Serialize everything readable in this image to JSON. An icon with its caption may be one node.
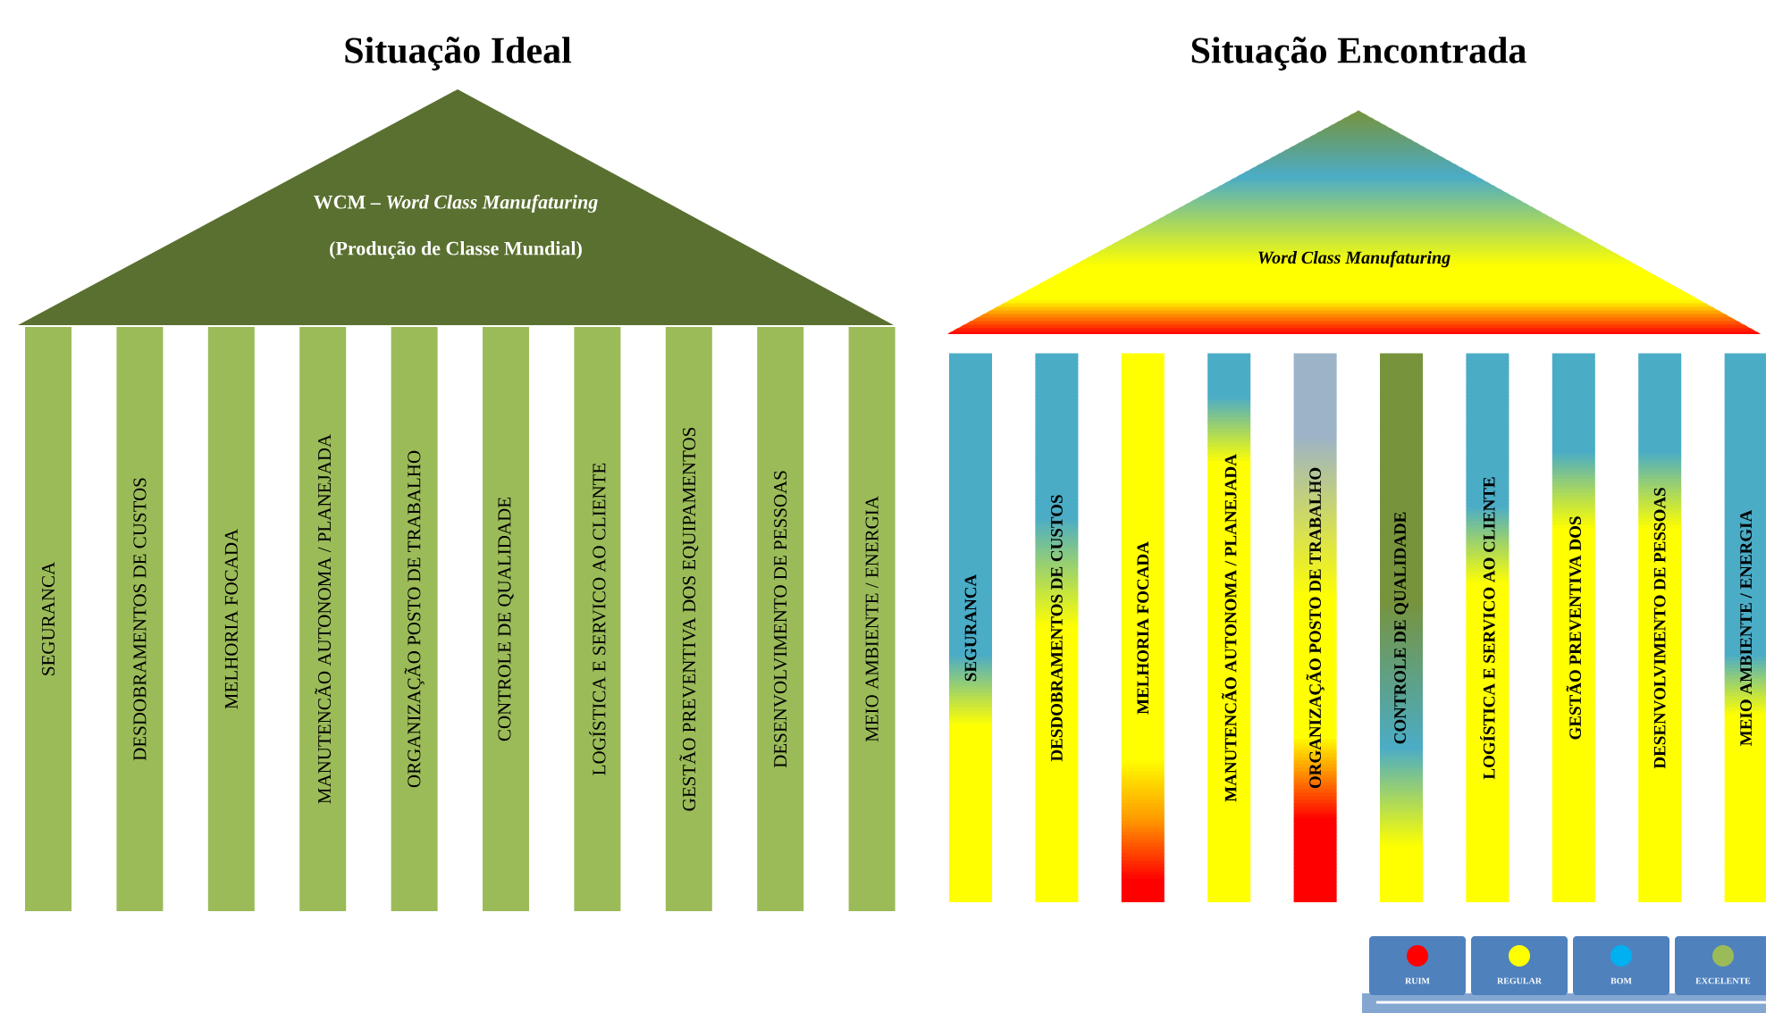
{
  "diagram": {
    "nodes": [
      {
        "text": [
          "WCM – *Word  Class Manufaturing*",
          "(Produção de Classe Mundial)"
        ]
      },
      {
        "text": [
          "SEGURANCA"
        ]
      },
      {
        "text": [
          "DESDOBRAMENTOS DE CUSTOS"
        ]
      },
      {
        "text": [
          "MELHORIA FOCADA"
        ]
      },
      {
        "text": [
          "MANUTENCÃO AUTONOMA / PLANEJADA"
        ]
      },
      {
        "text": [
          "ORGANIZAÇÃO POSTO DE TRABALHO"
        ]
      },
      {
        "text": [
          "CONTROLE DE QUALIDADE"
        ]
      },
      {
        "text": [
          "LOGÍSTICA E SERVICO AO CLIENTE"
        ]
      },
      {
        "text": [
          "GESTÃO PREVENTIVA DOS EQUIPAMENTOS"
        ]
      },
      {
        "text": [
          "DESENVOLVIMENTO DE PESSOAS"
        ]
      },
      {
        "text": [
          "MEIO AMBIENTE / ENERGIA"
        ]
      },
      {
        "text": [
          "Word Class Manufaturing"
        ]
      },
      {
        "text": [
          "SEGURANCA"
        ]
      },
      {
        "text": [
          "DESDOBRAMENTOS DE CUSTOS"
        ]
      },
      {
        "text": [
          "MELHORIA FOCADA"
        ]
      },
      {
        "text": [
          "MANUTENCÃO AUTONOMA / PLANEJADA"
        ]
      },
      {
        "text": [
          "ORGANIZAÇÃO POSTO DE TRABALHO"
        ]
      },
      {
        "text": [
          "CONTROLE DE QUALIDADE"
        ]
      },
      {
        "text": [
          "LOGÍSTICA E SERVICO AO CLIENTE"
        ]
      },
      {
        "text": [
          "GESTÃO PREVENTIVA DOS"
        ]
      },
      {
        "text": [
          "DESENVOLVIMENTO DE PESSOAS"
        ]
      },
      {
        "text": [
          "MEIO AMBIENTE / ENERGIA"
        ]
      }
    ],
    "labels": [
      "Situação Ideal",
      "Situação Encontrada"
    ],
    "legend": [
      {
        "text": "RUIM",
        "color": "#ff0000"
      },
      {
        "text": "REGULAR",
        "color": "#ffff00"
      },
      {
        "text": "BOM",
        "color": "#00b0f0"
      },
      {
        "text": "EXCELENTE",
        "color": "#9bbb59"
      }
    ]
  }
}
